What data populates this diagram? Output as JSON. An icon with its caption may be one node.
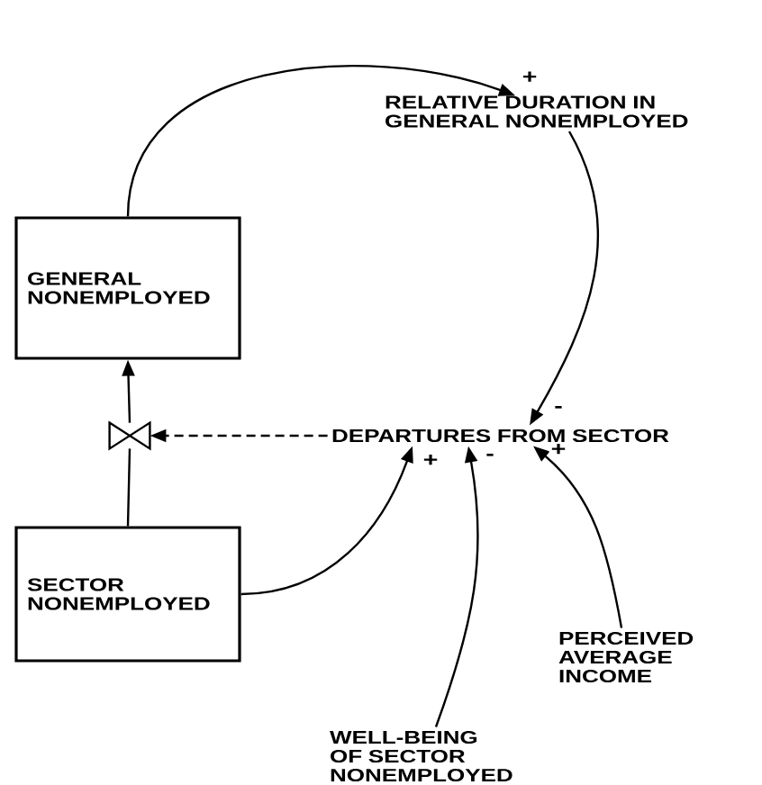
{
  "diagram": {
    "nodes": [
      {
        "text": [
          "GENERAL NONEMPLOYED"
        ]
      },
      {
        "text": [],
        "shape": "valve"
      },
      {
        "text": [
          "SECTOR NONEMPLOYED"
        ]
      },
      {
        "text": [
          "RELATIVE DURATION IN GENERAL NONEMPLOYED"
        ]
      },
      {
        "text": [
          "DEPARTURES FROM SECTOR"
        ]
      },
      {
        "text": [
          "PERCEIVED AVERAGE INCOME"
        ]
      },
      {
        "text": [
          "WELL-BEING OF SECTOR NONEMPLOYED"
        ]
      }
    ],
    "edges": [
      {
        "from": 0,
        "to": 3,
        "arrow": "to",
        "label": "+"
      },
      {
        "from": 3,
        "to": 4,
        "arrow": "to",
        "label": "-"
      },
      {
        "from": 2,
        "to": 4,
        "arrow": "to",
        "label": "+"
      },
      {
        "from": 6,
        "to": 4,
        "arrow": "to",
        "label": "-"
      },
      {
        "from": 5,
        "to": 4,
        "arrow": "to",
        "label": "+"
      },
      {
        "from": 4,
        "to": 1,
        "arrow": "to",
        "style": "dashed"
      },
      {
        "from": 2,
        "to": 1,
        "arrow": "none"
      },
      {
        "from": 1,
        "to": 0,
        "arrow": "to"
      }
    ]
  }
}
